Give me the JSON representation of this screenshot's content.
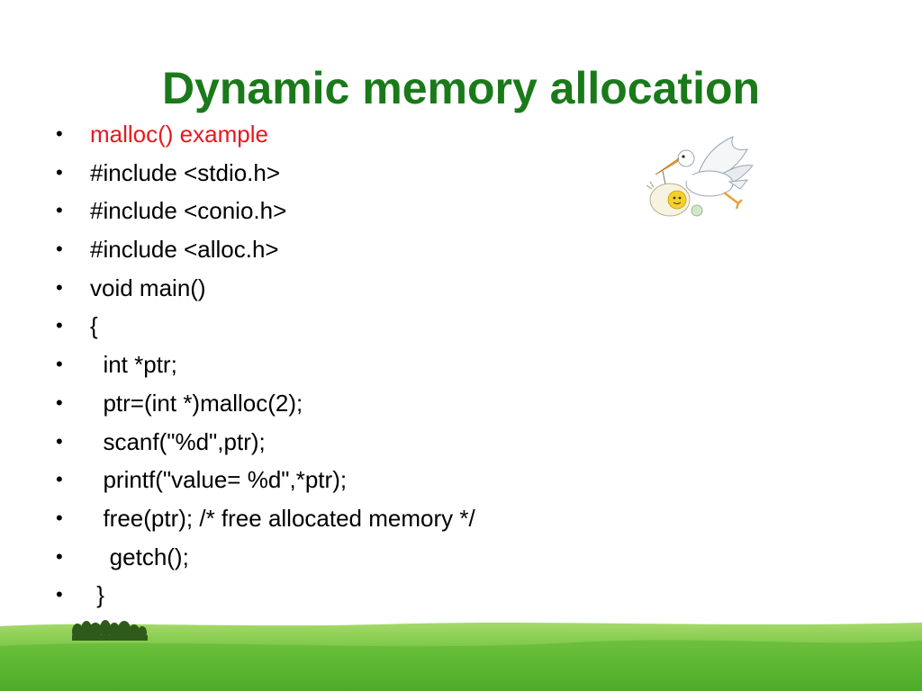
{
  "slide": {
    "title": "Dynamic memory allocation",
    "bullet_glyph": "•",
    "items": [
      {
        "text": "malloc() example",
        "accent": true
      },
      {
        "text": "#include <stdio.h>"
      },
      {
        "text": "#include <conio.h>"
      },
      {
        "text": "#include <alloc.h>"
      },
      {
        "text": "void main()"
      },
      {
        "text": "{"
      },
      {
        "text": "  int *ptr;"
      },
      {
        "text": "  ptr=(int *)malloc(2);"
      },
      {
        "text": "  scanf(\"%d\",ptr);"
      },
      {
        "text": "  printf(\"value= %d\",*ptr);"
      },
      {
        "text": "  free(ptr); /* free allocated memory */"
      },
      {
        "text": "   getch();"
      },
      {
        "text": " }"
      }
    ]
  },
  "colors": {
    "title": "#1a7a1a",
    "accent": "#e8181e",
    "grass": "#6cc23a"
  },
  "decorations": {
    "clipart": "stork-carrying-baby-icon",
    "footer": "green-meadow-with-trees"
  }
}
